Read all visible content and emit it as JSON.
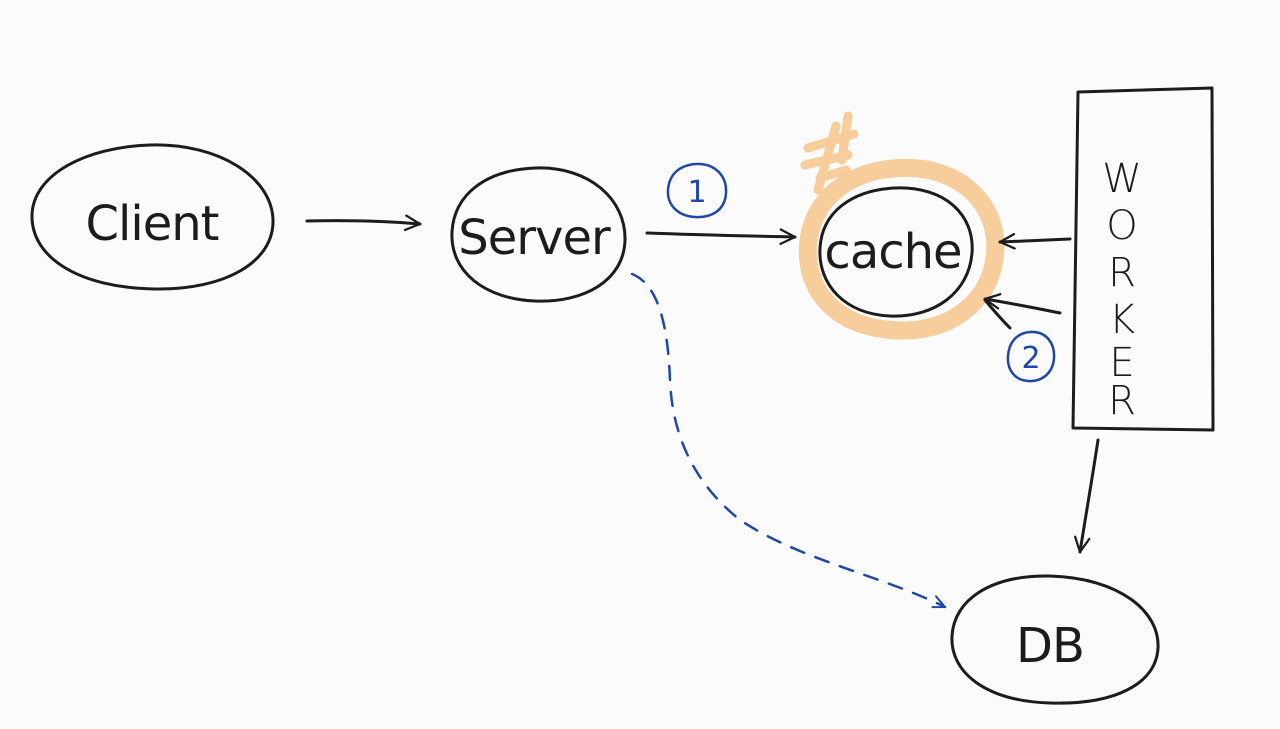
{
  "nodes": {
    "client": "Client",
    "server": "Server",
    "cache": "cache",
    "worker": [
      "W",
      "O",
      "R",
      "K",
      "E",
      "R"
    ],
    "db": "DB"
  },
  "steps": {
    "one": "1",
    "two": "2"
  },
  "colors": {
    "ink": "#1c1c1c",
    "blue_ink": "#1f46a8",
    "highlight": "#f5c48a"
  }
}
